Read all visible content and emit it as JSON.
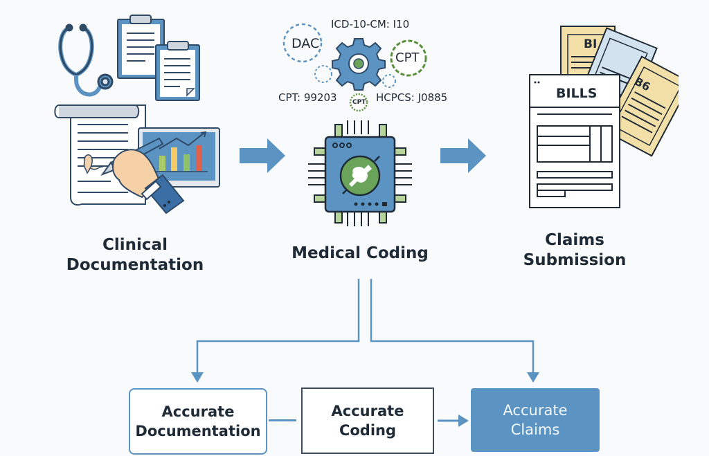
{
  "stages": [
    {
      "line1": "Clinical",
      "line2": "Documentation"
    },
    {
      "line1": "Medical Coding"
    },
    {
      "line1": "Claims",
      "line2": "Submission"
    }
  ],
  "codes": {
    "dac": "DAC",
    "icd": "ICD-10-CM: I10",
    "cpt_gear": "CPT",
    "cpt_code": "CPT: 99203",
    "cpt_small": "CPT",
    "hcpcs": "HCPCS: J0885"
  },
  "bills": {
    "main_title": "BILLS",
    "back_title": "BI",
    "side_title": "B6"
  },
  "outcomes": [
    {
      "line1": "Accurate",
      "line2": "Documentation"
    },
    {
      "line1": "Accurate",
      "line2": "Coding"
    },
    {
      "line1": "Accurate",
      "line2": "Claims"
    }
  ],
  "colors": {
    "accent_blue": "#5b93c2",
    "dark_blue": "#2f5d8a",
    "green": "#6aa35a",
    "dark_text": "#1f2a37",
    "paper_yellow": "#f3dfa8",
    "paper_blue": "#d3e2ef"
  }
}
